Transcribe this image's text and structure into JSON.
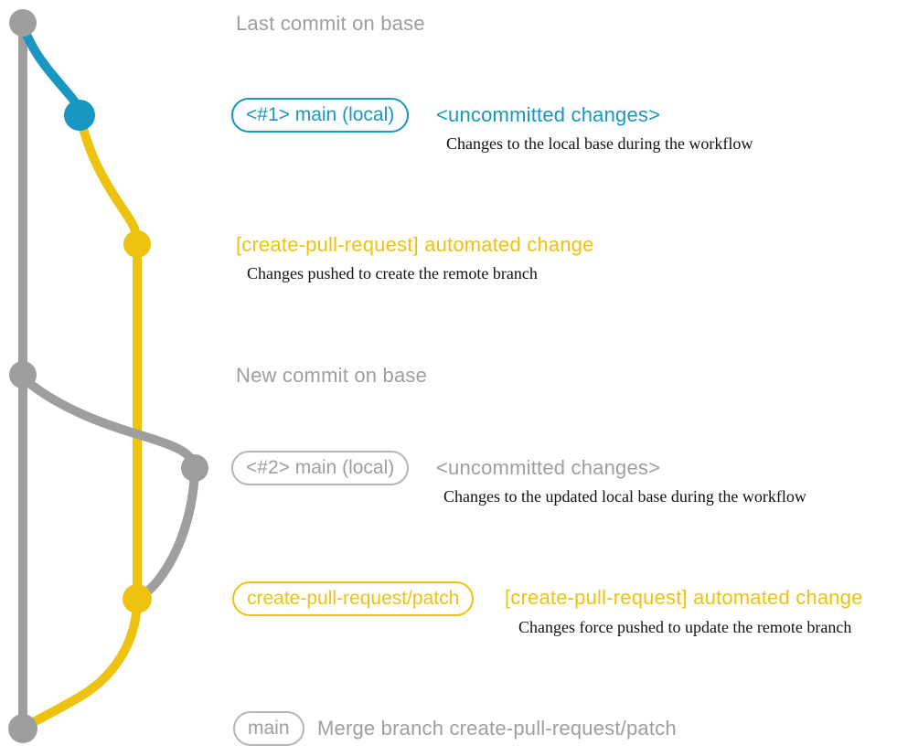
{
  "colors": {
    "gray": "#9e9e9e",
    "blue": "#1797c1",
    "yellow": "#edc211",
    "description_text": "#111111",
    "background": "#ffffff"
  },
  "graph": {
    "commit_dots": [
      {
        "id": "base-last-commit",
        "color": "gray"
      },
      {
        "id": "local-main-1",
        "color": "blue"
      },
      {
        "id": "remote-patch-1",
        "color": "yellow"
      },
      {
        "id": "base-new-commit",
        "color": "gray"
      },
      {
        "id": "local-main-2",
        "color": "gray"
      },
      {
        "id": "remote-patch-2",
        "color": "yellow"
      },
      {
        "id": "merge-commit",
        "color": "gray"
      }
    ]
  },
  "annotations": {
    "last_commit": {
      "title": "Last commit on base"
    },
    "local_main_1": {
      "badge": "<#1> main (local)",
      "title": "<uncommitted changes>",
      "description": "Changes to the local base during the workflow"
    },
    "push_1": {
      "title": "[create-pull-request] automated change",
      "description": "Changes pushed to create the remote branch"
    },
    "new_commit": {
      "title": "New commit on base"
    },
    "local_main_2": {
      "badge": "<#2> main (local)",
      "title": "<uncommitted changes>",
      "description": "Changes to the updated local base during the workflow"
    },
    "push_2": {
      "badge": "create-pull-request/patch",
      "title": "[create-pull-request] automated change",
      "description": "Changes force pushed to update the remote branch"
    },
    "merge": {
      "badge": "main",
      "title": "Merge branch create-pull-request/patch"
    }
  }
}
